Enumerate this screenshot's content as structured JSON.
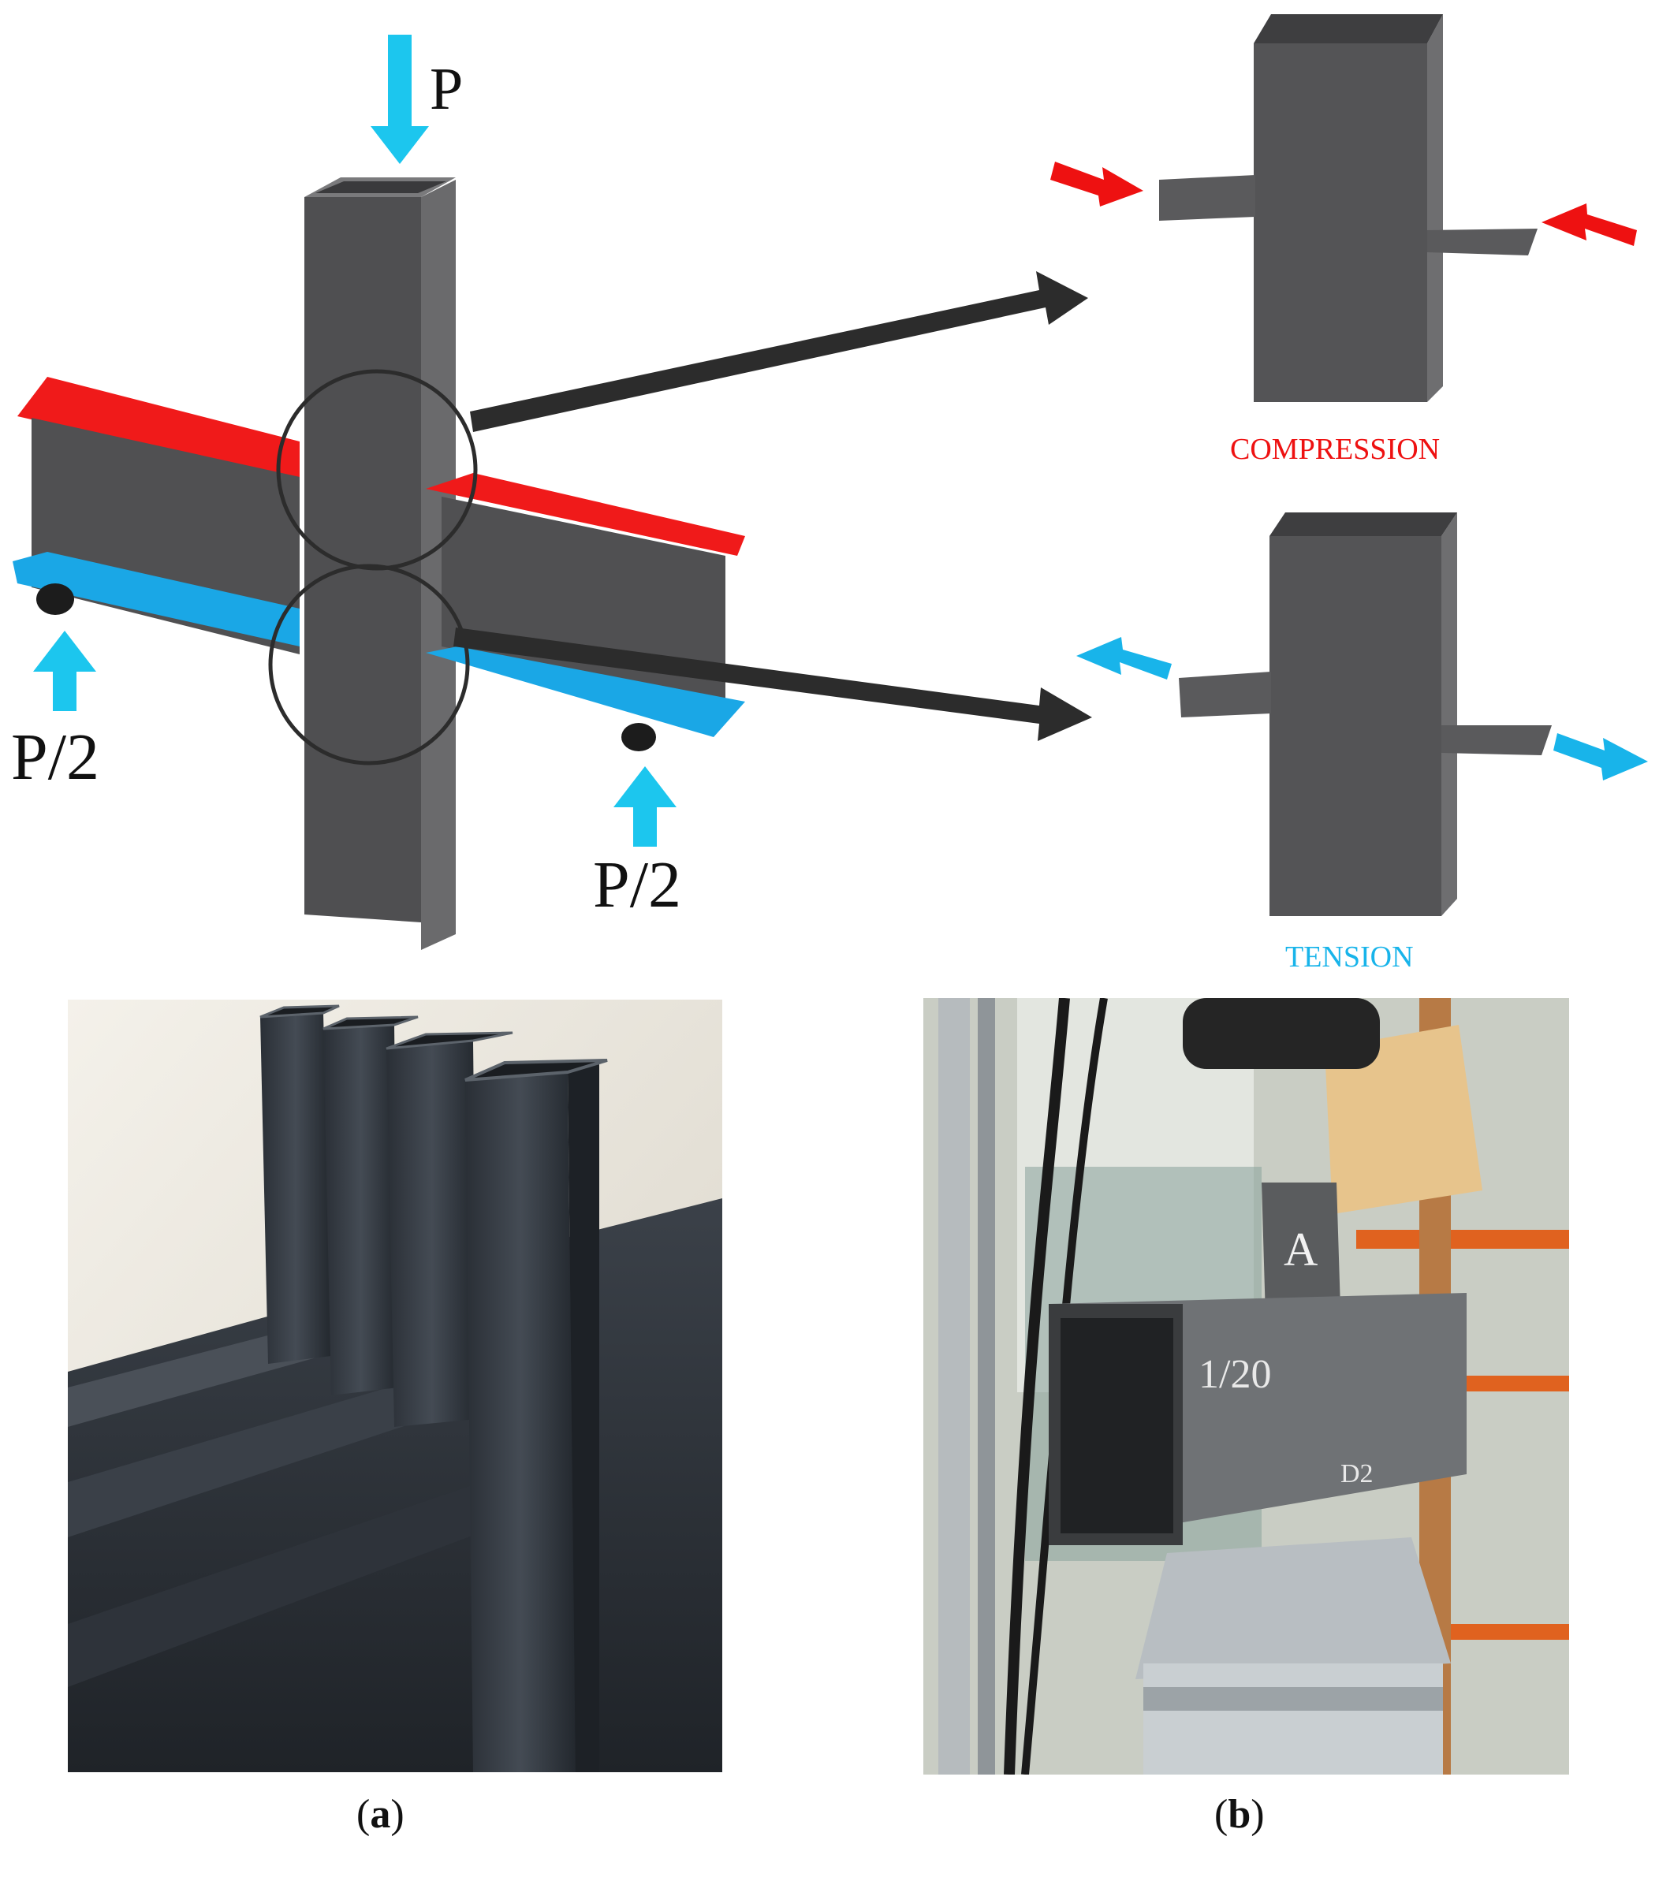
{
  "diagram": {
    "load_label": "P",
    "support_label_left": "P/2",
    "support_label_right": "P/2",
    "compression_label": "COMPRESSION",
    "tension_label": "TENSION",
    "colors": {
      "steel": "#505052",
      "steel_light": "#6a6a6c",
      "flange_top": "#f01a1a",
      "flange_bottom": "#1aa7e6",
      "load_arrow": "#1cc6ee",
      "compression_arrow": "#ee1111",
      "tension_arrow": "#18b4ea",
      "pointer_arrow": "#2c2c2c"
    }
  },
  "photos": {
    "a_letter_a": "",
    "b_plate_letter": "A",
    "b_marking_1": "1/20",
    "b_marking_2": "D2"
  },
  "captions": {
    "a": "a",
    "b": "b"
  }
}
